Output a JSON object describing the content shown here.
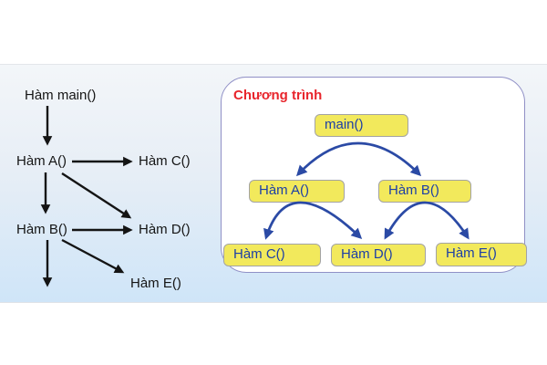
{
  "left_diagram": {
    "nodes": [
      {
        "id": "main",
        "label": "Hàm main()"
      },
      {
        "id": "a",
        "label": "Hàm A()"
      },
      {
        "id": "c",
        "label": "Hàm C()"
      },
      {
        "id": "b",
        "label": "Hàm B()"
      },
      {
        "id": "d",
        "label": "Hàm D()"
      },
      {
        "id": "e",
        "label": "Hàm E()"
      }
    ],
    "edges": [
      "main->a",
      "a->c",
      "a->b",
      "a->d",
      "b->d",
      "b->down",
      "b->e"
    ]
  },
  "program_box": {
    "title": "Chương trình",
    "nodes": [
      {
        "id": "main",
        "label": "main()"
      },
      {
        "id": "a",
        "label": "Hàm A()"
      },
      {
        "id": "b",
        "label": "Hàm B()"
      },
      {
        "id": "c",
        "label": "Hàm C()"
      },
      {
        "id": "d",
        "label": "Hàm D()"
      },
      {
        "id": "e",
        "label": "Hàm E()"
      }
    ],
    "edges": [
      "main->a",
      "main->b",
      "a->c",
      "a->d",
      "b->d",
      "b->e"
    ]
  },
  "colors": {
    "panel_top": "#f3f6f9",
    "panel_bottom": "#cfe5f8",
    "program_box_border": "#9090c6",
    "title_red": "#e8252c",
    "node_fill": "#f2e95c",
    "node_border": "#a3a3a3",
    "node_text_blue": "#1d3fa6",
    "arrow_blue": "#2b4aa5",
    "arrow_black": "#141414"
  }
}
